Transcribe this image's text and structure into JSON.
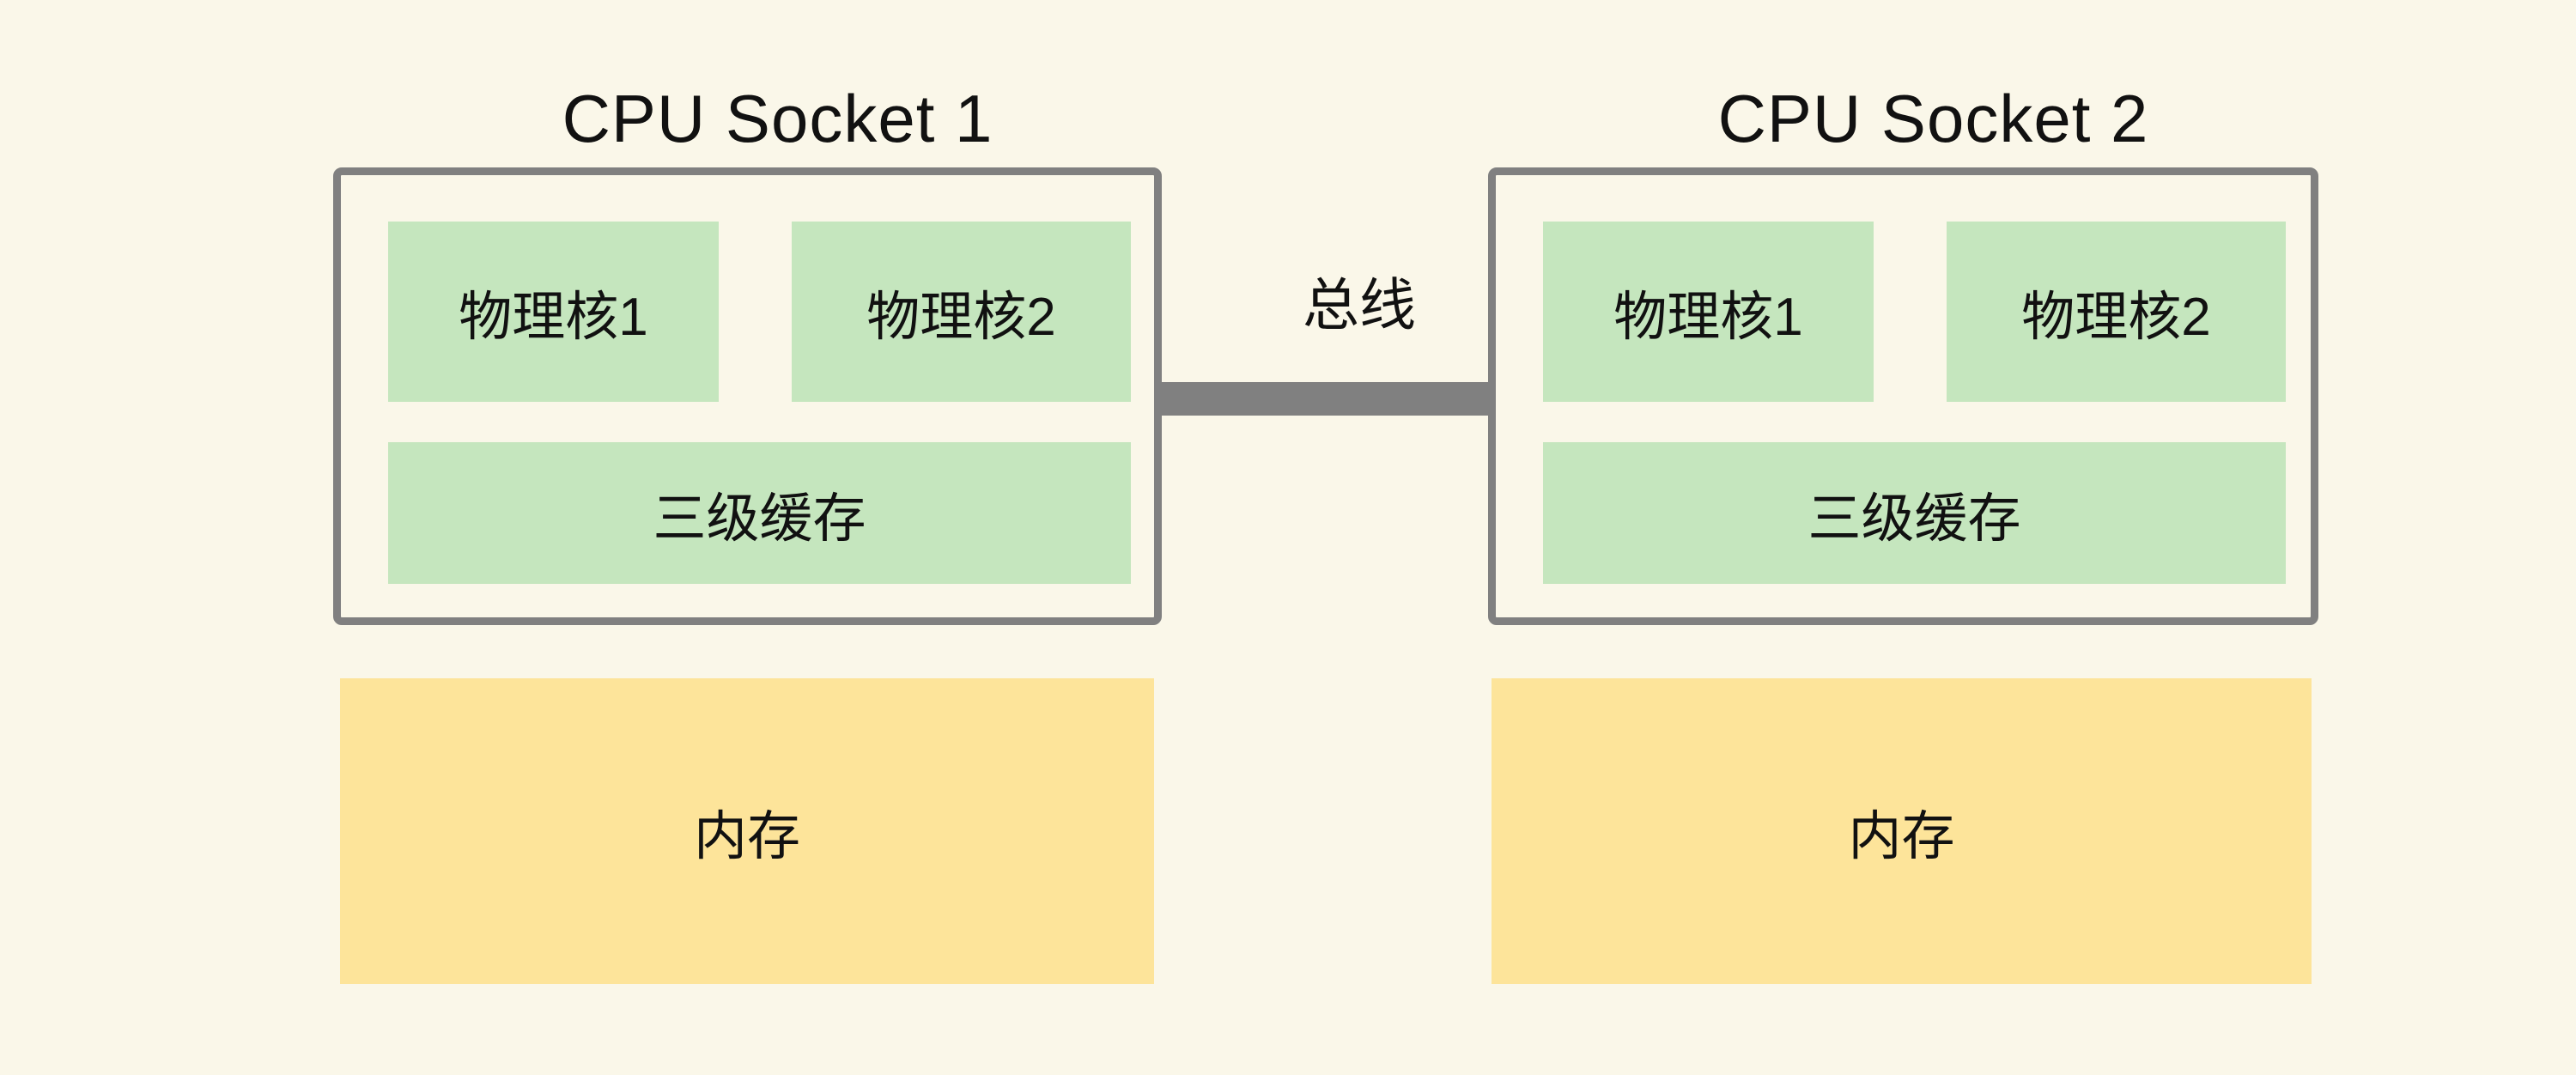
{
  "diagram": {
    "bus": {
      "label": "总线"
    },
    "sockets": [
      {
        "title": "CPU Socket 1",
        "cores": [
          {
            "label": "物理核1"
          },
          {
            "label": "物理核2"
          }
        ],
        "cache": {
          "label": "三级缓存"
        },
        "memory": {
          "label": "内存"
        }
      },
      {
        "title": "CPU Socket 2",
        "cores": [
          {
            "label": "物理核1"
          },
          {
            "label": "物理核2"
          }
        ],
        "cache": {
          "label": "三级缓存"
        },
        "memory": {
          "label": "内存"
        }
      }
    ],
    "colors": {
      "background": "#FAF7E9",
      "core_fill": "#C5E6BE",
      "cache_fill": "#C5E6BE",
      "memory_fill": "#FDE49A",
      "border": "#808080",
      "bus": "#808080",
      "text": "#111111"
    }
  }
}
